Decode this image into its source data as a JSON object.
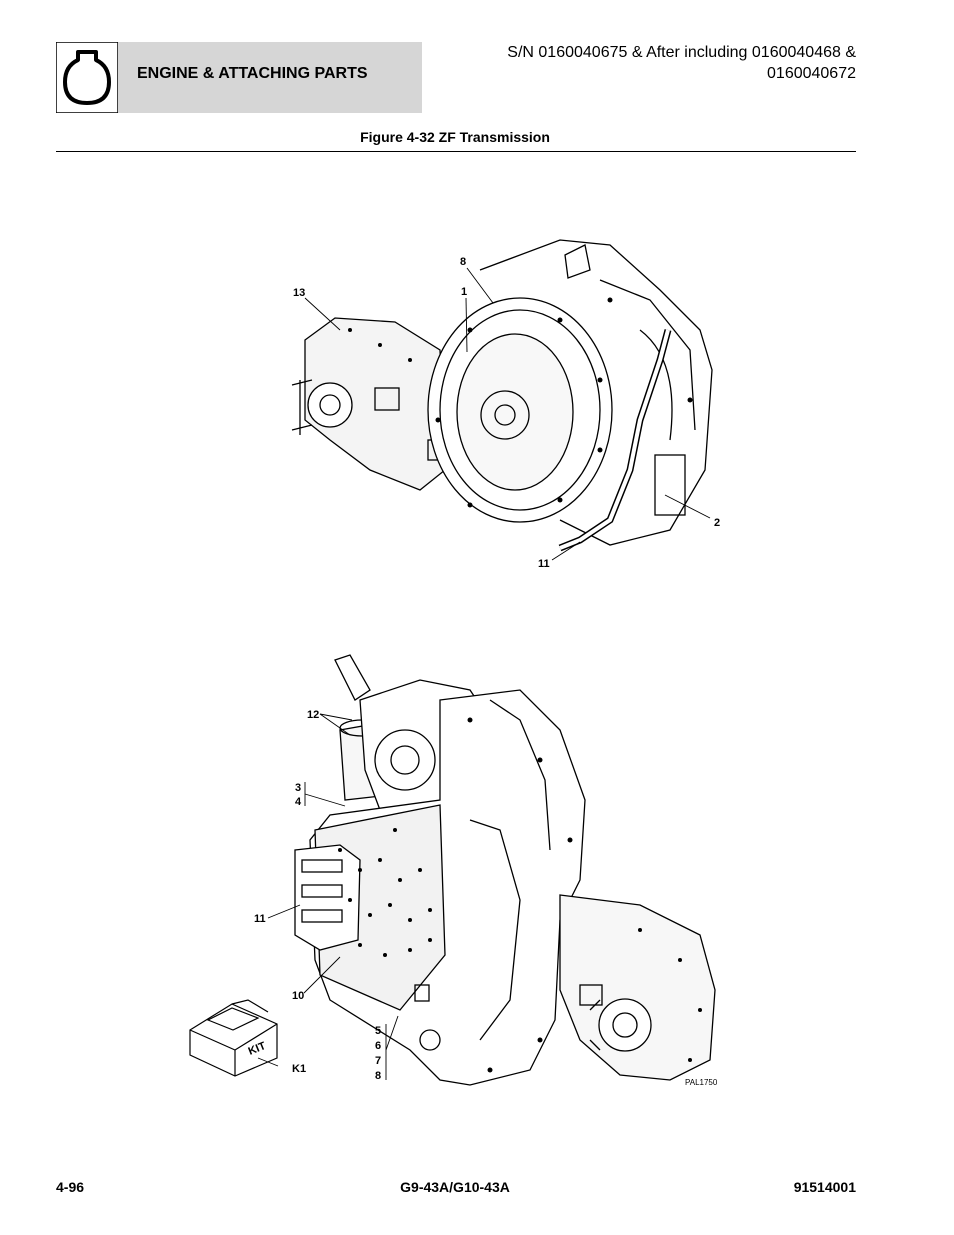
{
  "header": {
    "section_title": "ENGINE & ATTACHING PARTS",
    "icon": "engine-block-icon",
    "serial_line1": "S/N 0160040675 & After including 0160040468 &",
    "serial_line2": "0160040672"
  },
  "figure": {
    "title": "Figure 4-32 ZF Transmission",
    "drawing_code": "PAL1750",
    "kit_label": "KIT",
    "callouts_top": [
      "8",
      "1",
      "13",
      "2",
      "11"
    ],
    "callouts_bottom": [
      "12",
      "3",
      "4",
      "11",
      "10",
      "5",
      "6",
      "7",
      "8",
      "K1"
    ]
  },
  "footer": {
    "page_number": "4-96",
    "model": "G9-43A/G10-43A",
    "part_number": "91514001"
  }
}
